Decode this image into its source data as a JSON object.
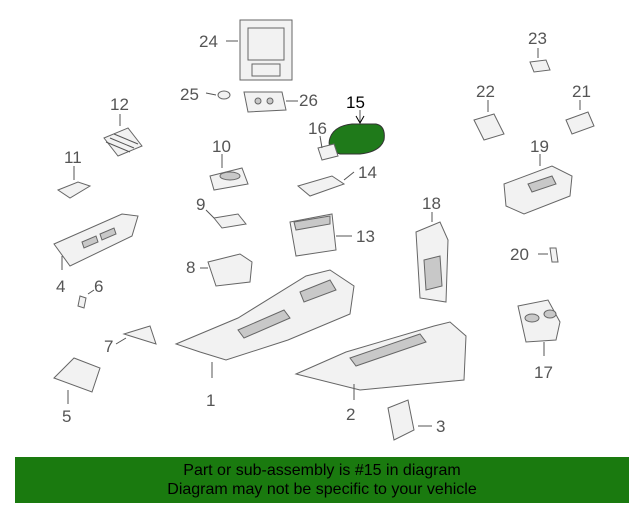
{
  "colors": {
    "highlight": "#1f7a1a",
    "banner": "#1a7a0f",
    "label": "#555555"
  },
  "callouts": {
    "c1": "1",
    "c2": "2",
    "c3": "3",
    "c4": "4",
    "c5": "5",
    "c6": "6",
    "c7": "7",
    "c8": "8",
    "c9": "9",
    "c10": "10",
    "c11": "11",
    "c12": "12",
    "c13": "13",
    "c14": "14",
    "c15": "15",
    "c16": "16",
    "c17": "17",
    "c18": "18",
    "c19": "19",
    "c20": "20",
    "c21": "21",
    "c22": "22",
    "c23": "23",
    "c24": "24",
    "c25": "25",
    "c26": "26"
  },
  "highlighted_part": "15",
  "banner": {
    "line1": "Part or sub-assembly is #15 in diagram",
    "line2": "Diagram may not be specific to your vehicle"
  }
}
